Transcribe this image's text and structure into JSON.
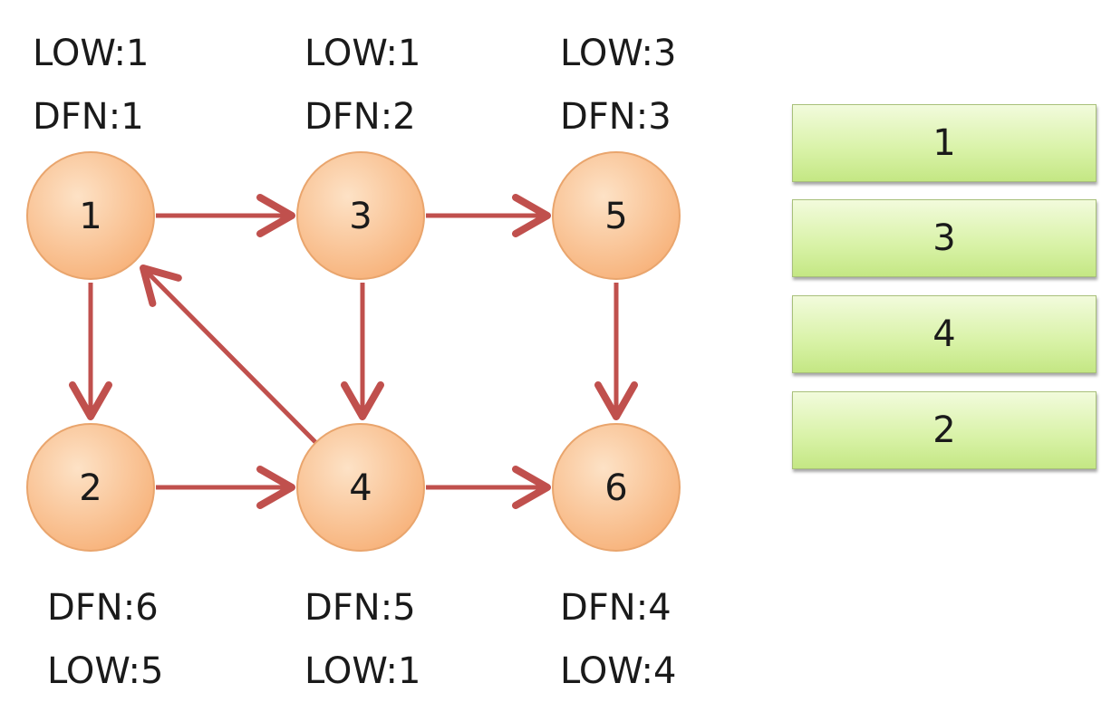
{
  "nodes": [
    {
      "id": "1",
      "label": "1",
      "info": [
        "LOW:1",
        "DFN:1"
      ]
    },
    {
      "id": "3",
      "label": "3",
      "info": [
        "LOW:1",
        "DFN:2"
      ]
    },
    {
      "id": "5",
      "label": "5",
      "info": [
        "LOW:3",
        "DFN:3"
      ]
    },
    {
      "id": "2",
      "label": "2",
      "info": [
        "DFN:6",
        "LOW:5"
      ]
    },
    {
      "id": "4",
      "label": "4",
      "info": [
        "DFN:5",
        "LOW:1"
      ]
    },
    {
      "id": "6",
      "label": "6",
      "info": [
        "DFN:4",
        "LOW:4"
      ]
    }
  ],
  "edges": [
    {
      "from": "1",
      "to": "3"
    },
    {
      "from": "3",
      "to": "5"
    },
    {
      "from": "1",
      "to": "2"
    },
    {
      "from": "3",
      "to": "4"
    },
    {
      "from": "5",
      "to": "6"
    },
    {
      "from": "2",
      "to": "4"
    },
    {
      "from": "4",
      "to": "6"
    },
    {
      "from": "4",
      "to": "1"
    }
  ],
  "stack": [
    "1",
    "3",
    "4",
    "2"
  ],
  "colors": {
    "node_fill_light": "#fde2c6",
    "node_fill_dark": "#f7b27a",
    "node_stroke": "#e9a56d",
    "edge": "#c0504d",
    "stack_fill": "#d8f2a6"
  }
}
